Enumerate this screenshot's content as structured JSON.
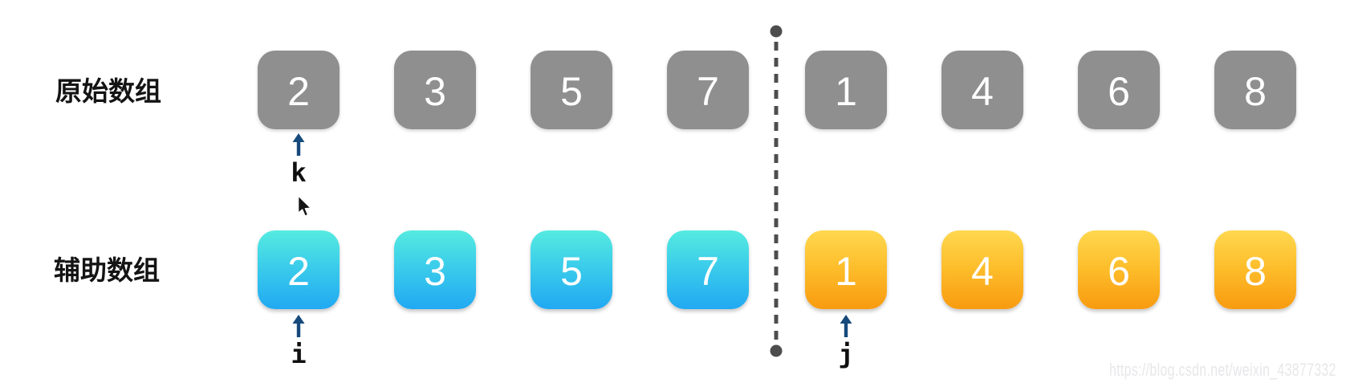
{
  "diagram": {
    "description": "merge-sort step visualization",
    "watermark": "https://blog.csdn.net/weixin_43877332"
  },
  "rows": [
    {
      "label": "原始数组",
      "cells": [
        {
          "value": "2",
          "variant": "gray"
        },
        {
          "value": "3",
          "variant": "gray"
        },
        {
          "value": "5",
          "variant": "gray"
        },
        {
          "value": "7",
          "variant": "gray"
        },
        {
          "value": "1",
          "variant": "gray"
        },
        {
          "value": "4",
          "variant": "gray"
        },
        {
          "value": "6",
          "variant": "gray"
        },
        {
          "value": "8",
          "variant": "gray"
        }
      ]
    },
    {
      "label": "辅助数组",
      "cells": [
        {
          "value": "2",
          "variant": "cyan"
        },
        {
          "value": "3",
          "variant": "cyan"
        },
        {
          "value": "5",
          "variant": "cyan"
        },
        {
          "value": "7",
          "variant": "cyan"
        },
        {
          "value": "1",
          "variant": "orange"
        },
        {
          "value": "4",
          "variant": "orange"
        },
        {
          "value": "6",
          "variant": "orange"
        },
        {
          "value": "8",
          "variant": "orange"
        }
      ]
    }
  ],
  "pointers": [
    {
      "label": "k",
      "points_to": "original-array index 0"
    },
    {
      "label": "i",
      "points_to": "auxiliary-array index 0"
    },
    {
      "label": "j",
      "points_to": "auxiliary-array index 4"
    }
  ],
  "colors": {
    "box_gray": "#8f8f8f",
    "box_cyan_top": "#55ebe0",
    "box_cyan_bottom": "#21a9f2",
    "box_orange_top": "#ffd84f",
    "box_orange_bottom": "#f89b10",
    "arrow": "#174a7c",
    "divider": "#4d4d4d",
    "number_text": "#ffffff",
    "label_text": "#141414",
    "watermark_text": "#e7e7ea"
  }
}
